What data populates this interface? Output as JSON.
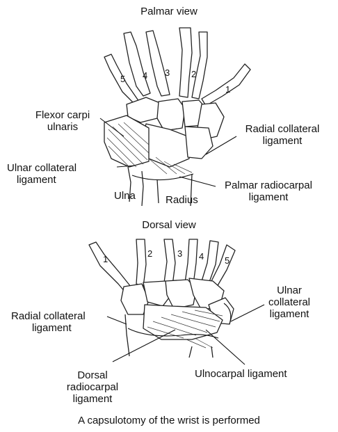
{
  "palmar": {
    "title": "Palmar view",
    "digits": [
      "5",
      "4",
      "3",
      "2",
      "1"
    ],
    "labels": {
      "fcu_1": "Flexor carpi",
      "fcu_2": "ulnaris",
      "rcl_1": "Radial collateral",
      "rcl_2": "ligament",
      "ucl_1": "Ulnar collateral",
      "ucl_2": "ligament",
      "prc_1": "Palmar radiocarpal",
      "prc_2": "ligament",
      "ulna": "Ulna",
      "radius": "Radius"
    }
  },
  "dorsal": {
    "title": "Dorsal view",
    "digits": [
      "1",
      "2",
      "3",
      "4",
      "5"
    ],
    "labels": {
      "rcl_1": "Radial collateral",
      "rcl_2": "ligament",
      "ucl_1": "Ulnar",
      "ucl_2": "collateral",
      "ucl_3": "ligament",
      "drc_1": "Dorsal",
      "drc_2": "radiocarpal",
      "drc_3": "ligament",
      "ulnocarpal": "Ulnocarpal ligament"
    }
  },
  "caption": "A capsulotomy of the wrist is performed"
}
